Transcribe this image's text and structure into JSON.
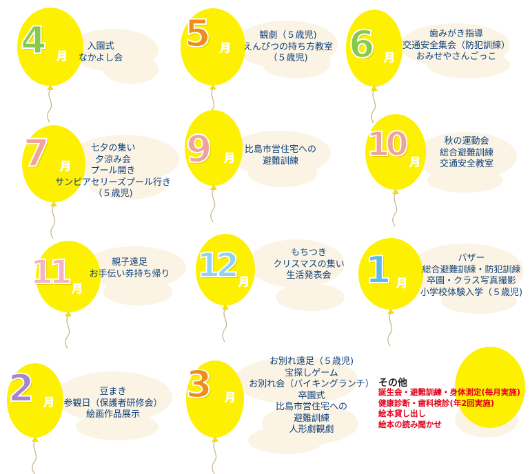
{
  "colors": {
    "balloon": "#fdf000",
    "cloud": "#fbf4e4",
    "event_text": "#0e3f7a",
    "other_text": "#e2001a"
  },
  "months": [
    {
      "id": "apr",
      "number": "4",
      "suffix": "月",
      "color": "#86c94b",
      "events": [
        "入園式",
        "なかよし会"
      ]
    },
    {
      "id": "may",
      "number": "5",
      "suffix": "月",
      "color": "#f08c1e",
      "events": [
        "観劇（５歳児)",
        "えんぴつの持ち方教室",
        "（５歳児)"
      ]
    },
    {
      "id": "jun",
      "number": "6",
      "suffix": "月",
      "color": "#86c94b",
      "events": [
        "歯みがき指導",
        "交通安全集会（防犯訓練）",
        "おみせやさんごっこ"
      ]
    },
    {
      "id": "jul",
      "number": "7",
      "suffix": "月",
      "color": "#f0a39a",
      "events": [
        "七夕の集い",
        "夕涼み会",
        "プール開き",
        "サンピアセリーズプール行き",
        "（５歳児)"
      ]
    },
    {
      "id": "sep",
      "number": "9",
      "suffix": "月",
      "color": "#f0a39a",
      "events": [
        "比島市営住宅への",
        "避難訓練"
      ]
    },
    {
      "id": "oct",
      "number": "10",
      "suffix": "月",
      "color": "#f0a39a",
      "events": [
        "秋の運動会",
        "総合避難訓練",
        "交通安全教室"
      ]
    },
    {
      "id": "nov",
      "number": "11",
      "suffix": "月",
      "color": "#f6b3c4",
      "events": [
        "親子遠足",
        "お手伝い券持ち帰り"
      ]
    },
    {
      "id": "dec",
      "number": "12",
      "suffix": "月",
      "color": "#8fd3ef",
      "events": [
        "もちつき",
        "クリスマスの集い",
        "生活発表会"
      ]
    },
    {
      "id": "jan",
      "number": "1",
      "suffix": "月",
      "color": "#5db9e6",
      "events": [
        "バザー",
        "総合避難訓練・防犯訓練",
        "卒園・クラス写真撮影",
        "小学校体験入学（５歳児)"
      ]
    },
    {
      "id": "feb",
      "number": "2",
      "suffix": "月",
      "color": "#a884cf",
      "events": [
        "豆まき",
        "参観日（保護者研修会）",
        "絵画作品展示"
      ]
    },
    {
      "id": "mar",
      "number": "3",
      "suffix": "月",
      "color": "#f08c1e",
      "events": [
        "お別れ遠足（５歳児)",
        "宝探しゲーム",
        "お別れ会（バイキングランチ）",
        "卒園式",
        "比島市営住宅への",
        "避難訓練",
        "人形劇観劇"
      ]
    }
  ],
  "other": {
    "title": "その他",
    "items": [
      "誕生会・避難訓練・身体測定(毎月実施)",
      "健康診断・歯科検診(年2回実施)",
      "絵本貸し出し",
      "絵本の読み聞かせ"
    ]
  }
}
